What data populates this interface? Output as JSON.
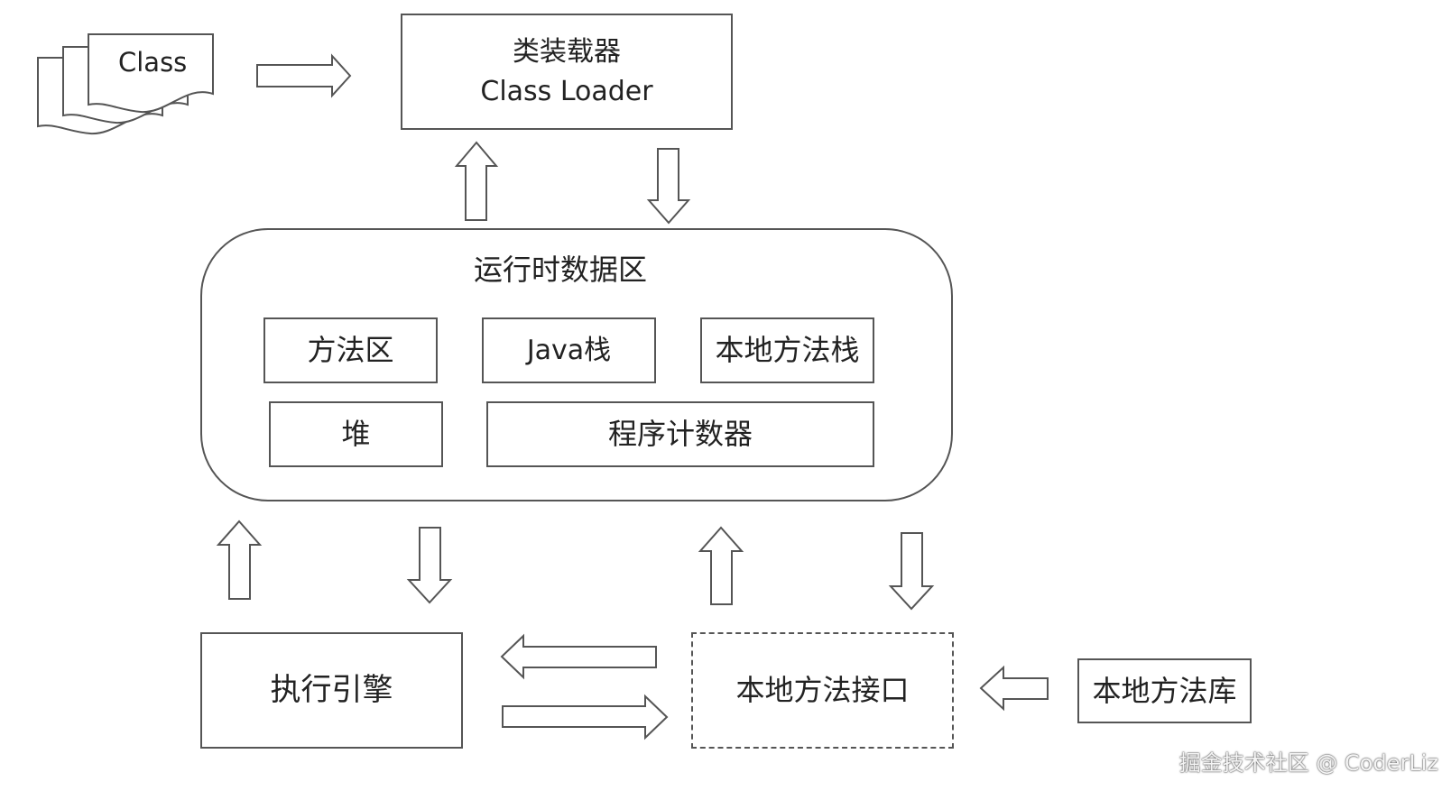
{
  "class_files": {
    "label": "Class"
  },
  "class_loader": {
    "line1": "类装载器",
    "line2": "Class Loader"
  },
  "runtime_area": {
    "title": "运行时数据区",
    "method_area": "方法区",
    "java_stack": "Java栈",
    "native_method_stack": "本地方法栈",
    "heap": "堆",
    "program_counter": "程序计数器"
  },
  "execution_engine": "执行引擎",
  "native_interface": "本地方法接口",
  "native_library": "本地方法库",
  "watermark": "掘金技术社区 @ CoderLiz",
  "colors": {
    "line": "#555555",
    "background": "#ffffff",
    "text": "#222222"
  }
}
